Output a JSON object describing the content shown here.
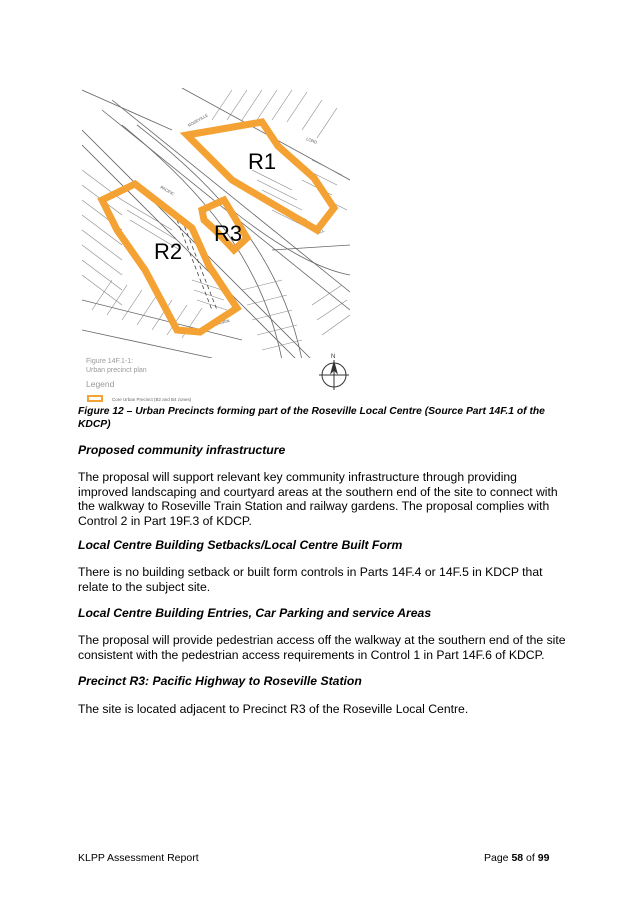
{
  "figure": {
    "region_labels": [
      "R1",
      "R2",
      "R3"
    ],
    "inset_caption_line1": "Figure 14F.1-1:",
    "inset_caption_line2": "Urban precinct plan",
    "legend_title": "Legend",
    "legend_item": "Core Urban Precinct (B2 and B4 zones)",
    "north_label": "N",
    "street_labels": [
      "ROSEVILLE",
      "PACIFIC",
      "MACLAURIN",
      "LORD",
      "HILL"
    ],
    "precinct_color": "#f3a233"
  },
  "caption": "Figure 12 – Urban Precincts forming part of the Roseville Local Centre (Source Part 14F.1 of the KDCP)",
  "sections": [
    {
      "heading": "Proposed community infrastructure",
      "body": "The proposal will support relevant key community infrastructure through providing improved landscaping and courtyard areas at the southern end of the site to connect with the walkway to Roseville Train Station and railway gardens. The proposal complies with Control 2 in Part 19F.3 of KDCP."
    },
    {
      "heading": "Local Centre Building Setbacks/Local Centre Built Form",
      "body": "There is no building setback or built form controls in Parts 14F.4 or 14F.5 in KDCP that relate to the subject site."
    },
    {
      "heading": "Local Centre Building Entries, Car Parking and service Areas",
      "body": "The proposal will provide pedestrian access off the walkway at the southern end of the site consistent with the pedestrian access requirements in Control 1 in Part 14F.6 of KDCP."
    },
    {
      "heading": "Precinct R3: Pacific Highway to Roseville Station",
      "body": "The site is located adjacent to Precinct R3 of the Roseville Local Centre."
    }
  ],
  "footer": {
    "left": "KLPP Assessment Report",
    "page_prefix": "Page ",
    "page_number": "58",
    "page_of": " of ",
    "page_total": "99"
  }
}
